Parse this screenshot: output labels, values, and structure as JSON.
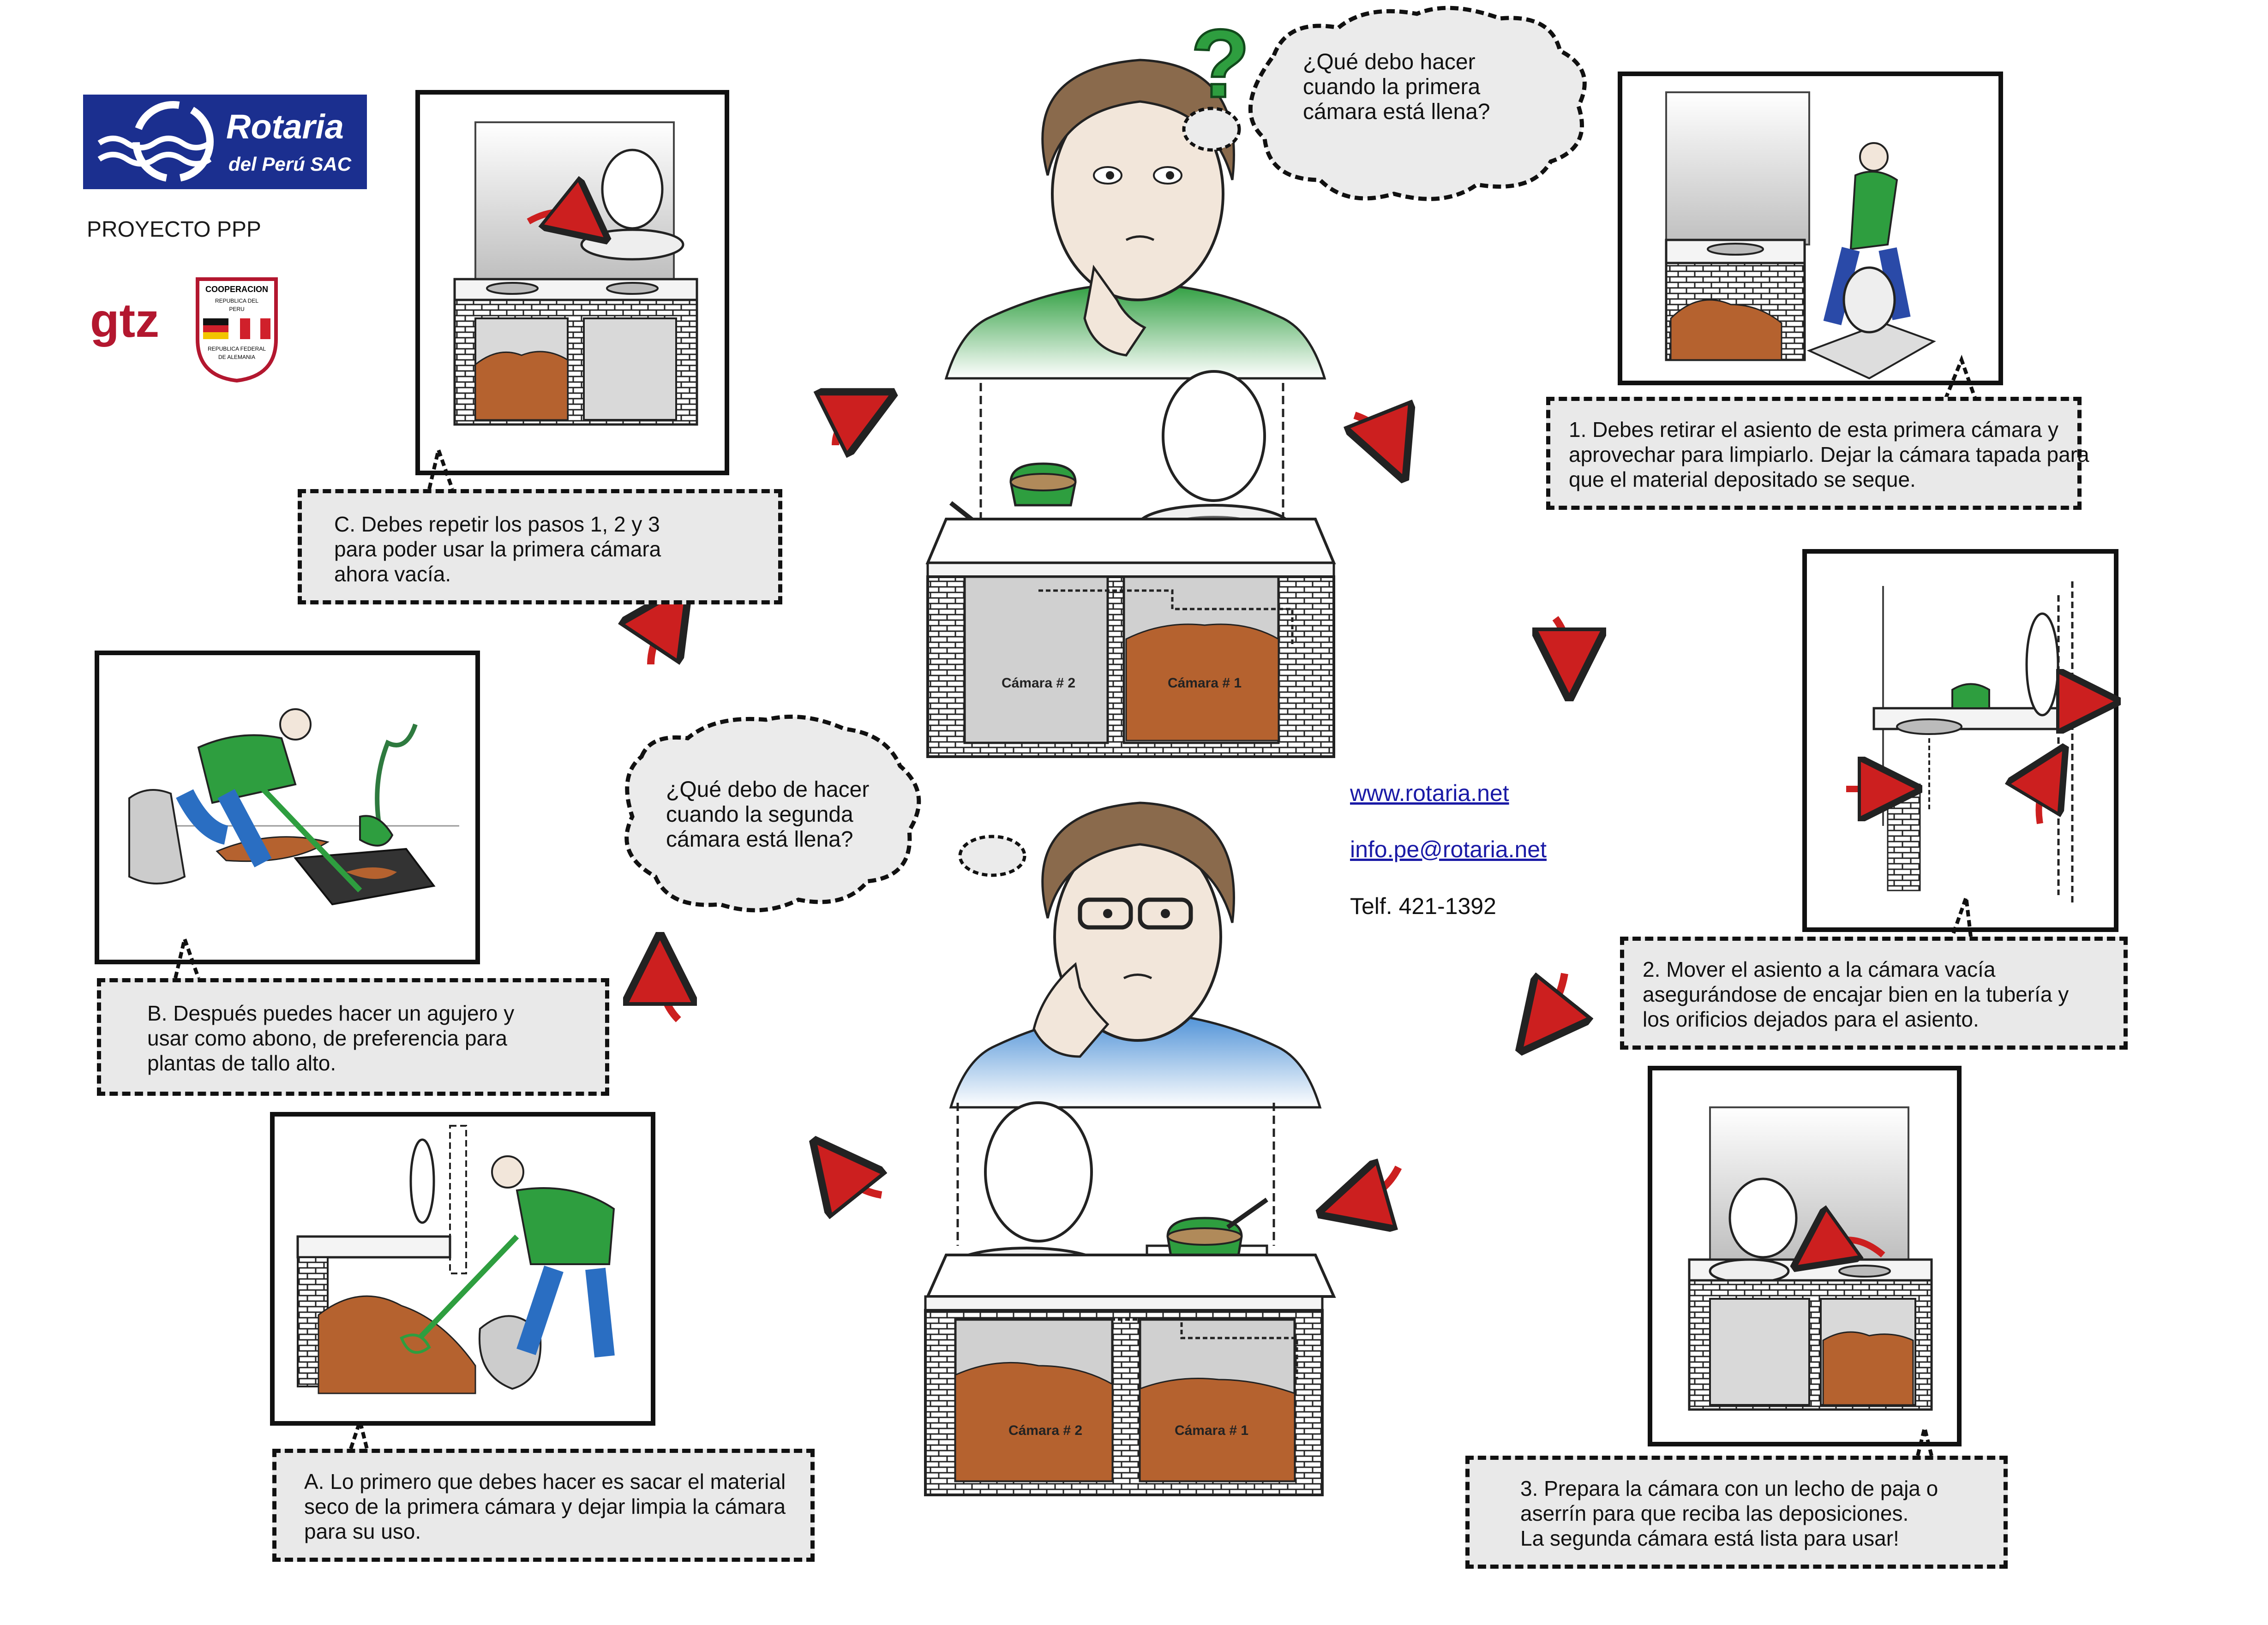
{
  "logo": {
    "name": "Rotaria",
    "sub": "del Perú SAC",
    "brand_color": "#1b2f8f"
  },
  "project_label": "PROYECTO PPP",
  "partner": {
    "gtz": "gtz",
    "seal_top": "COOPERACION",
    "seal_line2": "REPUBLICA DEL",
    "seal_line3": "PERU",
    "seal_bottom1": "REPUBLICA FEDERAL",
    "seal_bottom2": "DE ALEMANIA"
  },
  "bubbles": {
    "first": [
      "¿Qué debo  hacer",
      "cuando la primera",
      "cámara está llena?"
    ],
    "second": [
      "¿Qué debo de hacer",
      "cuando la segunda",
      "cámara está llena?"
    ]
  },
  "question_mark": "?",
  "chamber_labels": {
    "two": "Cámara # 2",
    "one": "Cámara # 1"
  },
  "steps": {
    "s1": [
      "1. Debes retirar el asiento de esta primera cámara y",
      "aprovechar para limpiarlo. Dejar la cámara tapada para",
      "que el material depositado se seque."
    ],
    "s2": [
      "2. Mover el asiento a la cámara vacía",
      "asegurándose de encajar bien en la tubería y",
      "los orificios dejados para el asiento."
    ],
    "s3": [
      "3. Prepara la cámara con un lecho de paja o",
      "aserrín para que reciba las deposiciones.",
      "La segunda cámara está lista para usar!"
    ],
    "sA": [
      "A. Lo primero que debes hacer es sacar el material",
      "seco de la primera cámara y dejar limpia la cámara",
      "para su uso."
    ],
    "sB": [
      "B. Después puedes hacer un agujero y",
      "usar como abono, de preferencia para",
      "plantas de tallo alto."
    ],
    "sC": [
      "C. Debes repetir los pasos 1, 2 y 3",
      "para poder usar la primera cámara",
      "ahora vacía."
    ]
  },
  "contact": {
    "web": "www.rotaria.net",
    "email": "info.pe@rotaria.net",
    "phone": "Telf. 421-1392"
  },
  "colors": {
    "soil": "#b5622f",
    "arrow": "#cc1f1f",
    "shirt_green": "#2e9e3f",
    "shirt_blue": "#4a8fd6",
    "caption_bg": "#e9e9e9",
    "link": "#1a1aa6"
  },
  "icons": [
    "rotaria-logo-icon",
    "cooperation-seal-icon",
    "question-mark-icon",
    "cycle-arrow-icon",
    "toilet-seat-icon",
    "bucket-icon"
  ]
}
